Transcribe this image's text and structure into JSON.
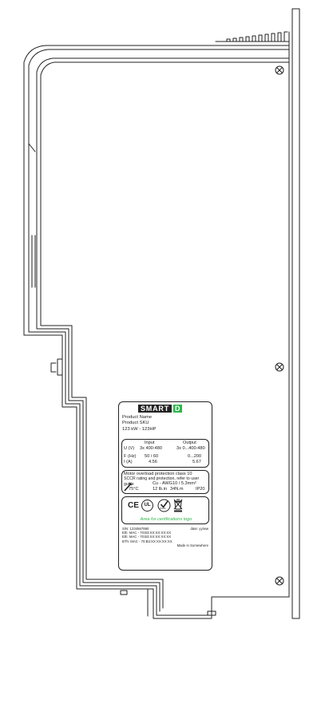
{
  "label": {
    "brand": "SMART",
    "brand_letter": "D",
    "product_name": "Product Name",
    "product_sku": "Product SKU",
    "power": "123 kW - 123HP",
    "ratings": {
      "input_header": "Input",
      "output_header": "Output",
      "rows": [
        {
          "name": "U (V)",
          "input": "3x 400-480",
          "output": "3x 0...400-480"
        },
        {
          "name": "F (Hz)",
          "input": "50 / 60",
          "output": "0...200"
        },
        {
          "name": "I (A)",
          "input": "4.56",
          "output": "5.67"
        }
      ]
    },
    "protection": {
      "line1": "Motor overload protection class 10",
      "line2": "SCCR rating and protection, refer to user guide",
      "temperature": "75°C",
      "cable": "Cu - AWG10 / 5.3mm²",
      "torque_lb": "12 lb.in",
      "torque_nm": "34N.m",
      "ip": "IP20"
    },
    "certifications": {
      "ce": "CE",
      "ul": "UL",
      "rohs": "RoHS",
      "note": "Area for certifications logo"
    },
    "serials": {
      "sn": "S/N: 1234567890",
      "date": "date: yy/ww",
      "eth1": "Eth: MAC - 70:B3:XX:XX:XX:XX",
      "eth2": "Eth: MAC - 70:B3:XX:XX:XX:XX",
      "bt": "BTh: MAC - 70:B3:XX:XX:XX:XX",
      "made": "Made in Somewhere"
    }
  },
  "colors": {
    "line": "#222222",
    "brand_green": "#2db64b"
  }
}
